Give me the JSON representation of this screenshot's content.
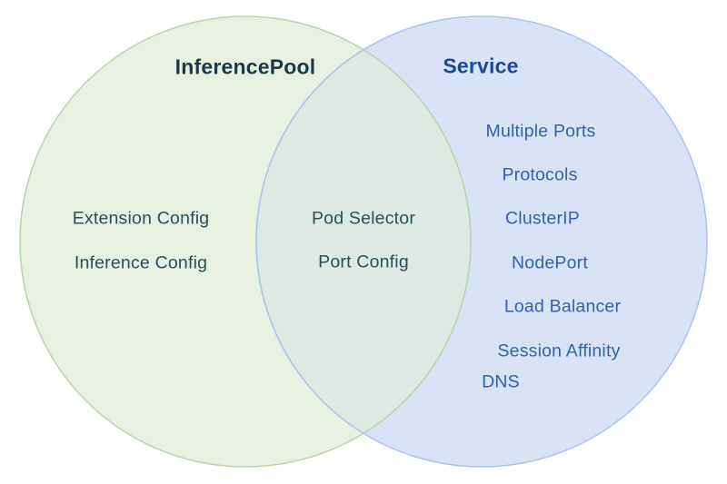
{
  "diagram": {
    "type": "venn",
    "left_set": {
      "title": "InferencePool",
      "items": [
        "Extension Config",
        "Inference Config"
      ]
    },
    "overlap_set": {
      "items": [
        "Pod Selector",
        "Port Config"
      ]
    },
    "right_set": {
      "title": "Service",
      "items": [
        "Multiple Ports",
        "Protocols",
        "ClusterIP",
        "NodePort",
        "Load Balancer",
        "Session Affinity",
        "DNS"
      ]
    },
    "colors": {
      "left_fill": "#e8f0e2",
      "left_stroke": "#b7d5ad",
      "right_fill": "#d9e3f5",
      "right_stroke": "#a9c3ee",
      "overlap_fill": "#dfe9e3",
      "left_title_text": "#1c3a46",
      "left_item_text": "#27505c",
      "right_title_text": "#17489c",
      "right_item_text": "#3162ab",
      "background": "#ffffff"
    }
  }
}
